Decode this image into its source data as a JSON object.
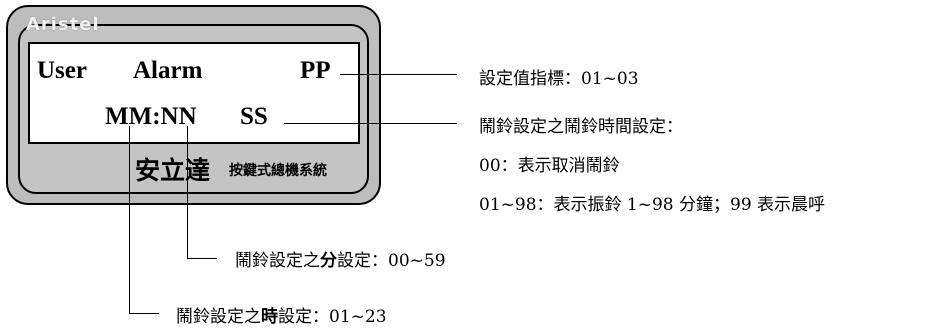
{
  "device": {
    "brand": "Aristel",
    "lcd_row1": {
      "user": "User",
      "alarm": "Alarm",
      "pp": "PP"
    },
    "lcd_row2": {
      "mmnn": "MM:NN",
      "ss": "SS"
    },
    "company": "安立達",
    "product": "按鍵式總機系統"
  },
  "annotations": {
    "pp": "設定值指標：01~03",
    "ss_title": "鬧鈴設定之鬧鈴時間設定：",
    "ss_opt1": "00：表示取消鬧鈴",
    "ss_opt2": "01~98：表示振鈴 1~98 分鐘；99 表示晨呼",
    "nn_prefix": "鬧鈴設定之",
    "nn_bold": "分",
    "nn_suffix": "設定：00~59",
    "mm_prefix": "鬧鈴設定之",
    "mm_bold": "時",
    "mm_suffix": "設定：01~23"
  }
}
